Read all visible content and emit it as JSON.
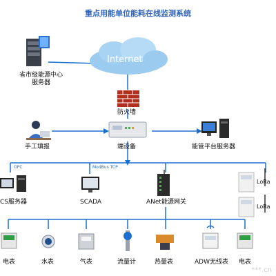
{
  "title": "重点用能单位能耗在线监测系统",
  "cloud_label": "Internet",
  "nodes": {
    "provincial_server": "省市级能源中心\n服务器",
    "firewall": "防火墙",
    "manual_entry": "手工填报",
    "terminal_device": "端设备",
    "platform_server": "能管平台服务器",
    "dcs_server": "CS服务器",
    "scada": "SCADA",
    "anet_gateway": "ANet能源网关"
  },
  "protocols": {
    "opc": "OPC",
    "modbus": "ModBus TCP"
  },
  "lora": [
    "LoRa",
    "LoRa"
  ],
  "meters": [
    "电表",
    "水表",
    "气表",
    "流量计",
    "热量表",
    "ADW无线表",
    "电表"
  ],
  "watermark": "***.cn",
  "colors": {
    "title": "#2f63b8",
    "line": "#1a6fd1",
    "brick": "#c0392b"
  }
}
